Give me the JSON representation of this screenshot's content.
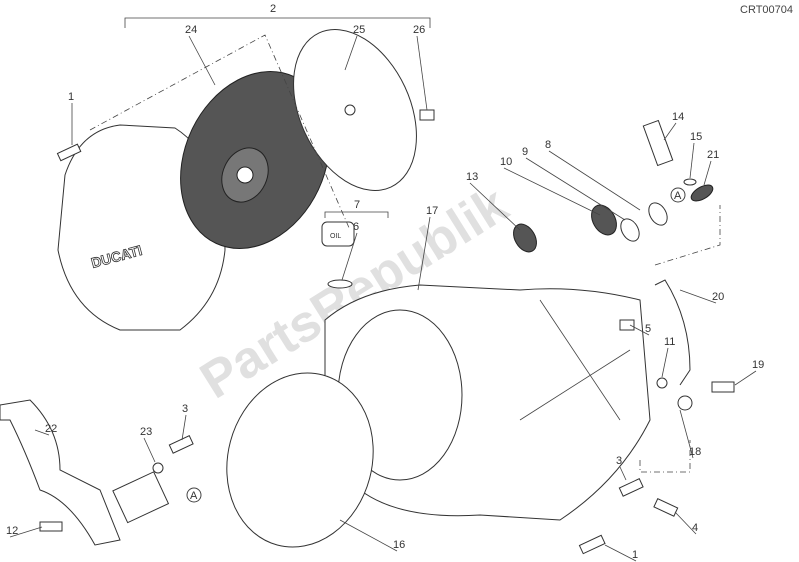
{
  "drawing_code": "CRT00704",
  "watermark": "PartsRepublik",
  "cover_logo": "DUCATI",
  "oil_cap_text": "OIL",
  "callouts": [
    "2",
    "24",
    "25",
    "26",
    "1",
    "14",
    "15",
    "8",
    "9",
    "10",
    "13",
    "21",
    "A",
    "7",
    "6",
    "17",
    "20",
    "5",
    "11",
    "19",
    "18",
    "3",
    "23",
    "22",
    "A",
    "12",
    "16",
    "3",
    "4",
    "1"
  ]
}
